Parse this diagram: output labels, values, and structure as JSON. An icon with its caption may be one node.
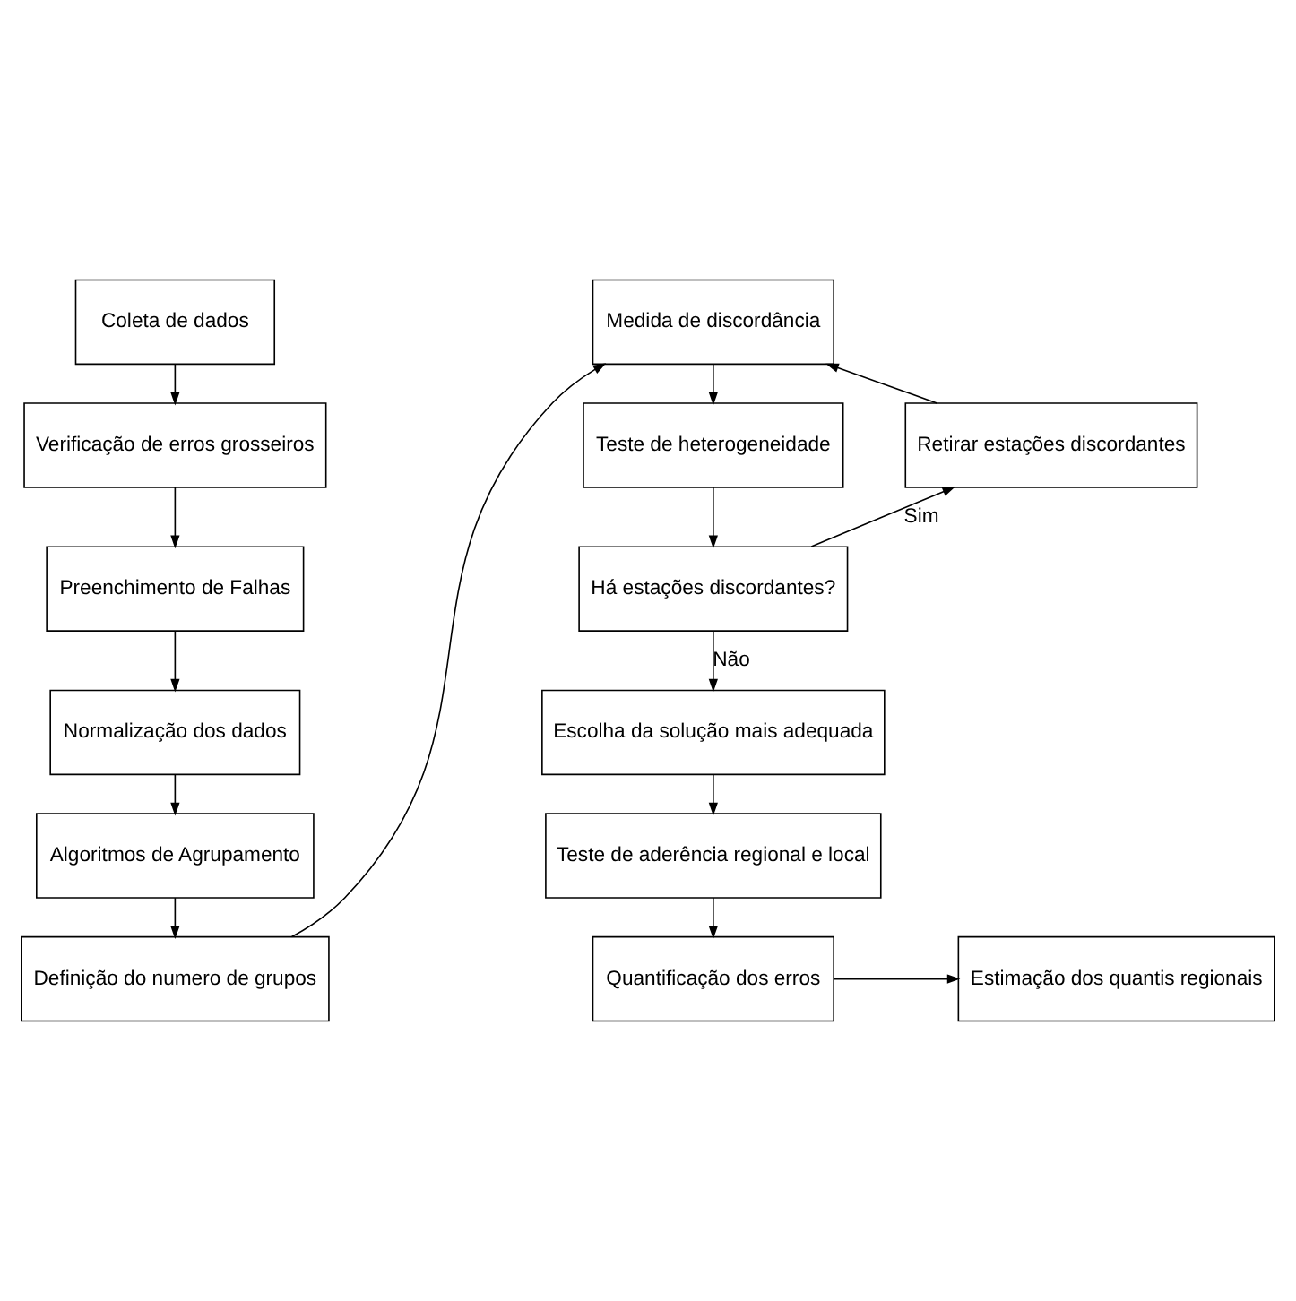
{
  "diagram": {
    "nodes": [
      {
        "text": [
          "Coleta de dados"
        ]
      },
      {
        "text": [
          "Verificação de erros grosseiros"
        ]
      },
      {
        "text": [
          "Preenchimento de Falhas"
        ]
      },
      {
        "text": [
          "Normalização dos dados"
        ]
      },
      {
        "text": [
          "Algoritmos de Agrupamento"
        ]
      },
      {
        "text": [
          "Definição do numero de grupos"
        ]
      },
      {
        "text": [
          "Medida de discordância"
        ]
      },
      {
        "text": [
          "Teste de heterogeneidade"
        ]
      },
      {
        "text": [
          "Há estações discordantes?"
        ]
      },
      {
        "text": [
          "Retirar estações discordantes"
        ]
      },
      {
        "text": [
          "Escolha da solução mais adequada"
        ]
      },
      {
        "text": [
          "Teste de aderência regional e local"
        ]
      },
      {
        "text": [
          "Quantificação dos erros"
        ]
      },
      {
        "text": [
          "Estimação dos quantis regionais"
        ]
      }
    ],
    "edges": [
      {
        "from": 0,
        "to": 1,
        "arrow": "to"
      },
      {
        "from": 1,
        "to": 2,
        "arrow": "to"
      },
      {
        "from": 2,
        "to": 3,
        "arrow": "to"
      },
      {
        "from": 3,
        "to": 4,
        "arrow": "to"
      },
      {
        "from": 4,
        "to": 5,
        "arrow": "to"
      },
      {
        "from": 5,
        "to": 6,
        "arrow": "to"
      },
      {
        "from": 6,
        "to": 7,
        "arrow": "to"
      },
      {
        "from": 7,
        "to": 8,
        "arrow": "to"
      },
      {
        "from": 8,
        "to": 9,
        "arrow": "to",
        "label": "Sim"
      },
      {
        "from": 9,
        "to": 6,
        "arrow": "to"
      },
      {
        "from": 8,
        "to": 10,
        "arrow": "to",
        "label": "Não"
      },
      {
        "from": 10,
        "to": 11,
        "arrow": "to"
      },
      {
        "from": 11,
        "to": 12,
        "arrow": "to"
      },
      {
        "from": 12,
        "to": 13,
        "arrow": "to"
      }
    ]
  }
}
